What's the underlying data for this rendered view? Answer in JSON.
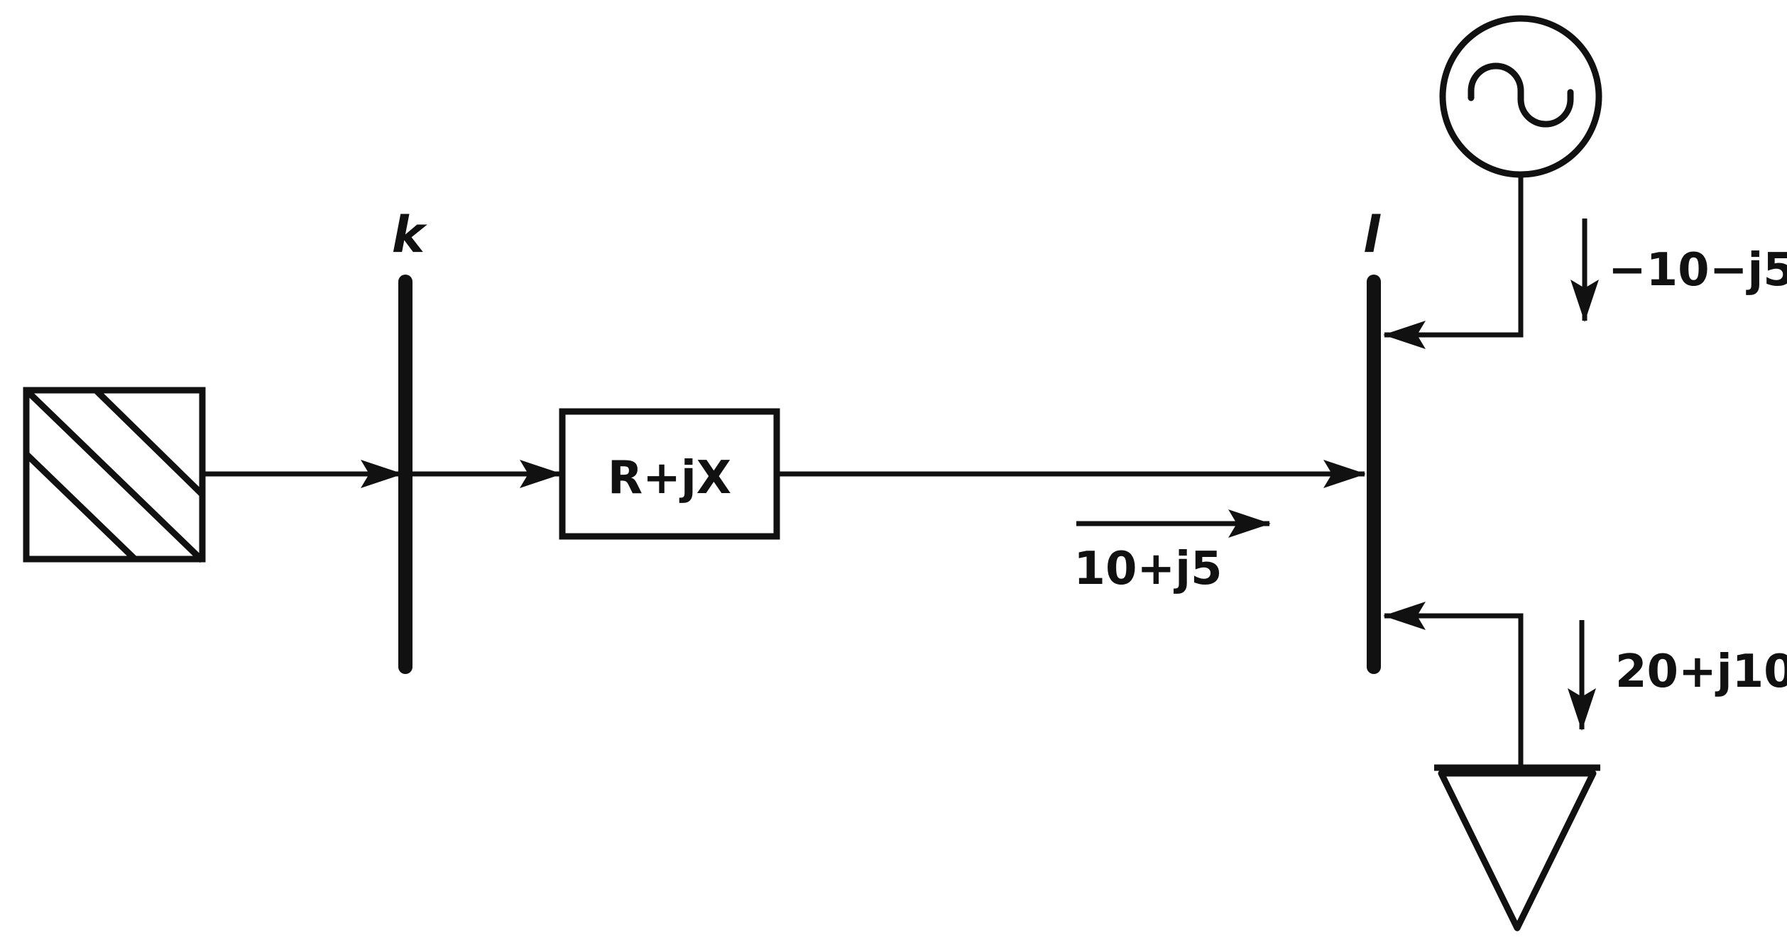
{
  "diagram": {
    "line_color": "#111111",
    "background": "#ffffff",
    "buses": {
      "k_label": "k",
      "l_label": "l"
    },
    "line_impedance_label": "R+jX",
    "line_flow_label": "10+j5",
    "generator_flow_label": "−10−j5",
    "load_flow_label": "20+j10",
    "icons": {
      "left_source": "hatched-box-icon",
      "generator": "ac-source-icon",
      "load": "load-triangle-icon"
    }
  }
}
